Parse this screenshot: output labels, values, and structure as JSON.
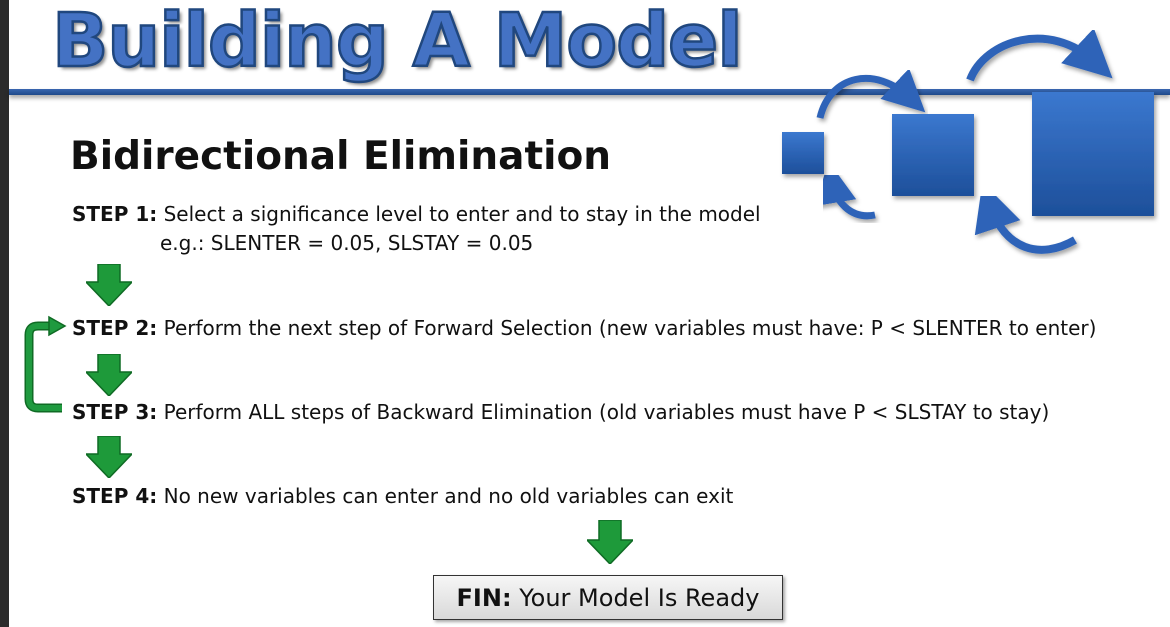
{
  "title": "Building A Model",
  "subtitle": "Bidirectional Elimination",
  "steps": [
    {
      "label": "STEP 1:",
      "text": "Select a significance level to enter and to stay in the model",
      "example": "e.g.: SLENTER = 0.05, SLSTAY = 0.05"
    },
    {
      "label": "STEP 2:",
      "text": "Perform the next step of Forward Selection (new variables must have: P < SLENTER to enter)"
    },
    {
      "label": "STEP 3:",
      "text": "Perform ALL steps of Backward Elimination (old variables must have P < SLSTAY to stay)"
    },
    {
      "label": "STEP 4:",
      "text": "No new variables can enter and no old variables can exit"
    }
  ],
  "fin": {
    "label": "FIN:",
    "text": "Your Model Is Ready"
  },
  "colors": {
    "title_blue": "#4472c4",
    "logo_blue": "#2f64b8",
    "arrow_green": "#1e9a3a",
    "loop_green": "#1f8f3c"
  },
  "icons": [
    "model-growth-logo-icon",
    "down-arrow-icon",
    "loop-arrow-icon"
  ]
}
